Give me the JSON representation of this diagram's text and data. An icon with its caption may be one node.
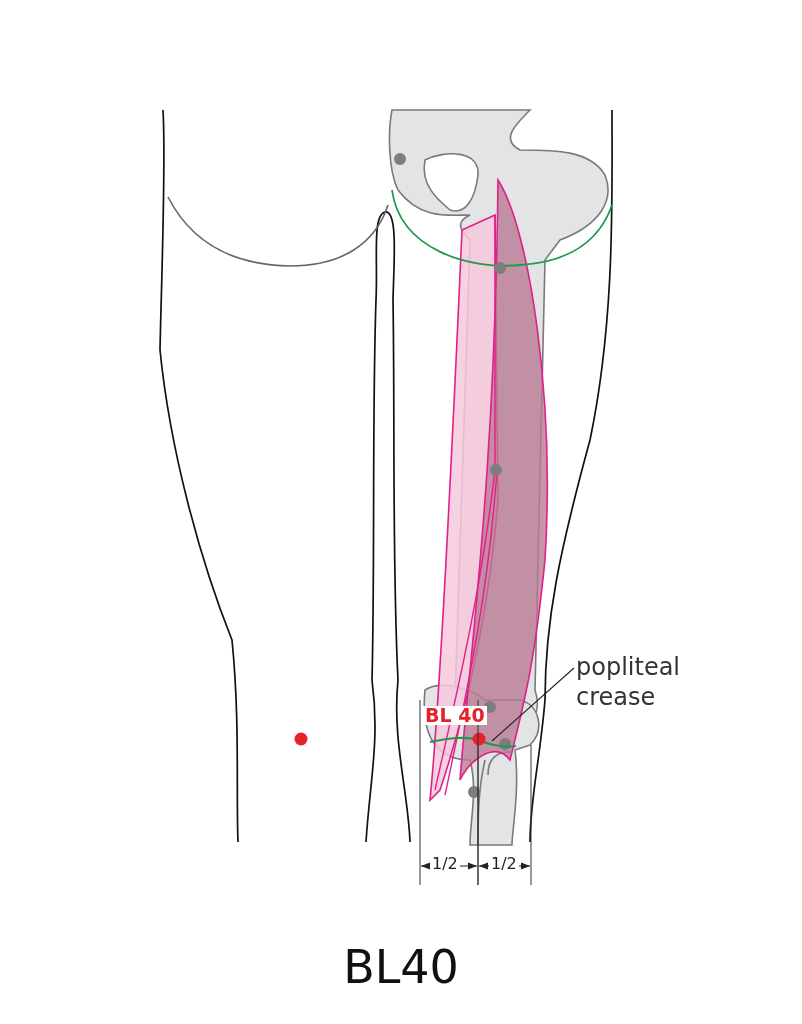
{
  "diagram": {
    "title": "BL40",
    "nodes": [
      {
        "text": [
          "popliteal crease"
        ]
      },
      {
        "text": [],
        "shape": "line"
      }
    ],
    "edges": [
      {
        "from": 0,
        "to": 1,
        "arrow": "none"
      }
    ],
    "labels": [
      "BL 40",
      "1/2",
      "1/2"
    ]
  }
}
